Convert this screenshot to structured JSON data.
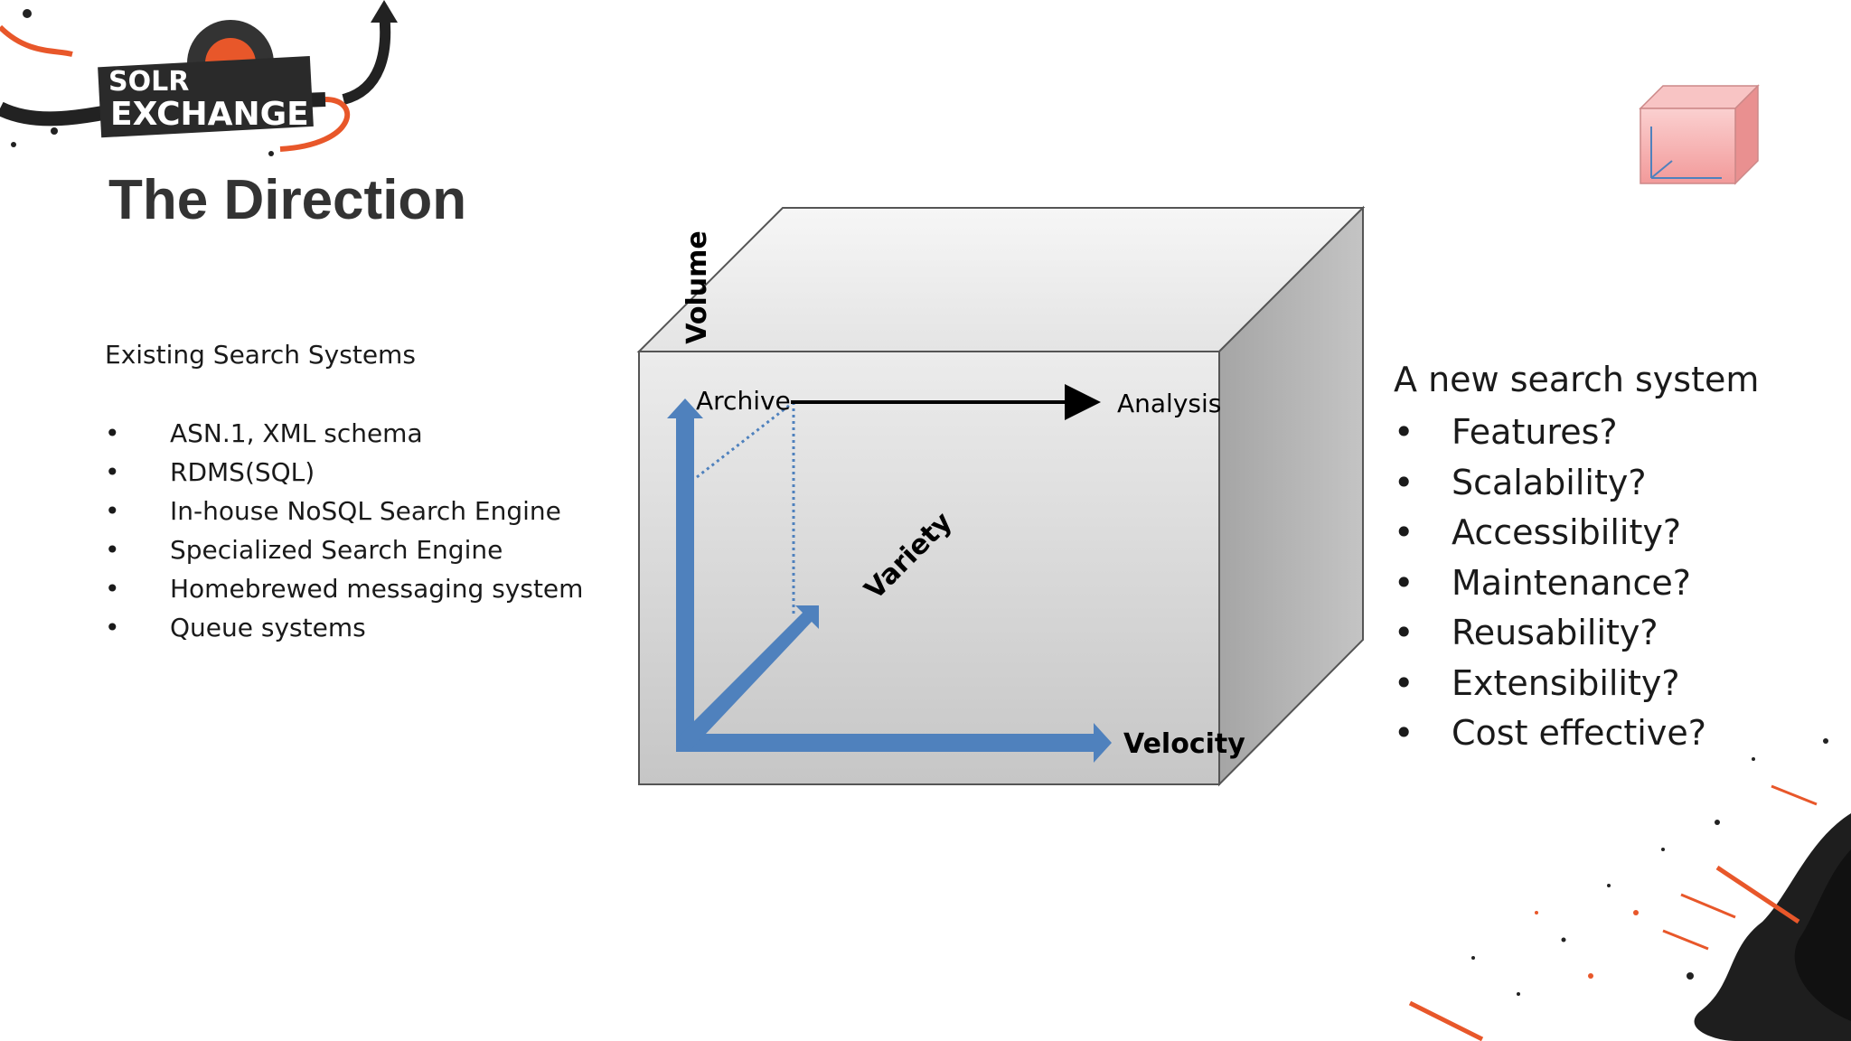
{
  "logo": {
    "line1": "SOLR",
    "line2": "EXCHANGE"
  },
  "title": "The Direction",
  "existing": {
    "heading": "Existing Search Systems",
    "items": [
      "ASN.1, XML schema",
      "RDMS(SQL)",
      "In-house NoSQL Search Engine",
      "Specialized Search Engine",
      "Homebrewed messaging system",
      "Queue systems"
    ]
  },
  "diagram": {
    "volume": "Volume",
    "variety": "Variety",
    "velocity": "Velocity",
    "archive": "Archive",
    "analysis": "Analysis"
  },
  "new_system": {
    "heading": "A new search system",
    "items": [
      "Features?",
      "Scalability?",
      "Accessibility?",
      "Maintenance?",
      "Reusability?",
      "Extensibility?",
      "Cost effective?"
    ]
  },
  "colors": {
    "accent_orange": "#e8572a",
    "axis_blue": "#4f81bd",
    "cube_pink": "#f4a7a7"
  }
}
